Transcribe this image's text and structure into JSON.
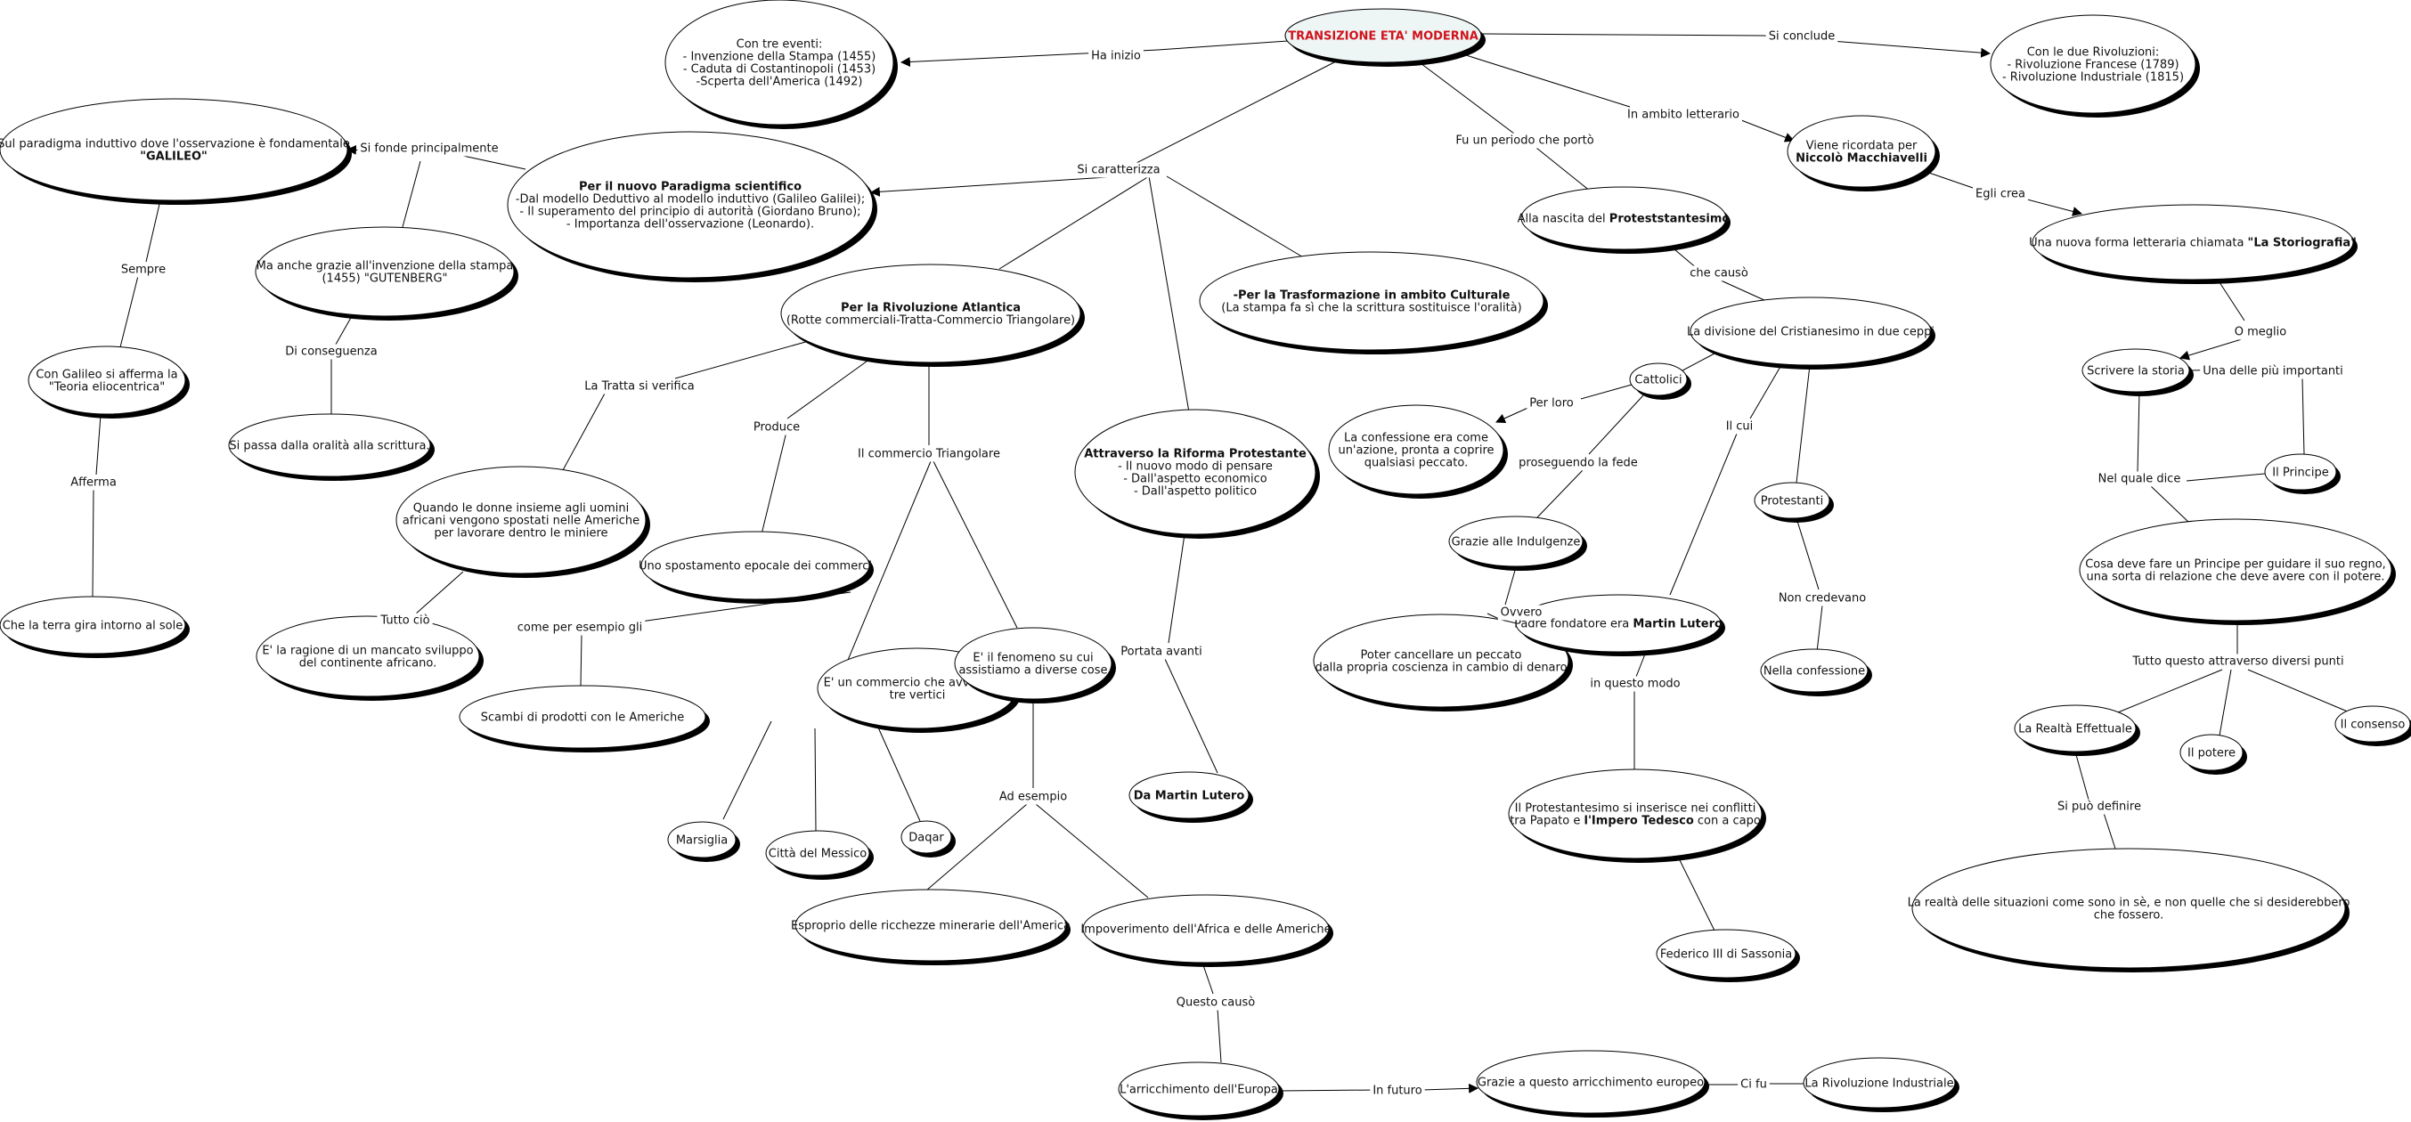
{
  "diagram": {
    "nodes": [
      {
        "id": "title",
        "lines": [
          [
            {
              "t": "TRANSIZIONE ETA' MODERNA",
              "s": "red"
            }
          ]
        ]
      },
      {
        "id": "tre-eventi",
        "lines": [
          [
            {
              "t": "Con tre eventi:"
            }
          ],
          [
            {
              "t": "- Invenzione della Stampa (1455)"
            }
          ],
          [
            {
              "t": "- Caduta di Costantinopoli (1453)"
            }
          ],
          [
            {
              "t": "-Scperta dell'America (1492)"
            }
          ]
        ]
      },
      {
        "id": "due-rivoluzioni",
        "lines": [
          [
            {
              "t": "Con le due Rivoluzioni:"
            }
          ],
          [
            {
              "t": "- Rivoluzione Francese (1789)"
            }
          ],
          [
            {
              "t": "- Rivoluzione Industriale (1815)"
            }
          ]
        ]
      },
      {
        "id": "galileo-paradigma",
        "lines": [
          [
            {
              "t": "Sul paradigma induttivo dove l'osservazione è fondamentale"
            }
          ],
          [
            {
              "t": "\"GALILEO\"",
              "s": "b"
            }
          ]
        ]
      },
      {
        "id": "paradigma-scientifico",
        "lines": [
          [
            {
              "t": "Per il nuovo Paradigma scientifico",
              "s": "b"
            }
          ],
          [
            {
              "t": "-Dal modello Deduttivo al modello induttivo (Galileo Galilei);"
            }
          ],
          [
            {
              "t": "- Il superamento del principio di autorità (Giordano Bruno);"
            }
          ],
          [
            {
              "t": "- Importanza dell'osservazione (Leonardo)."
            }
          ]
        ]
      },
      {
        "id": "gutenberg",
        "lines": [
          [
            {
              "t": "Ma anche grazie all'invenzione della stampa"
            }
          ],
          [
            {
              "t": "(1455) \"GUTENBERG\""
            }
          ]
        ]
      },
      {
        "id": "oralita",
        "lines": [
          [
            {
              "t": "Si passa dalla oralità alla scrittura."
            }
          ]
        ]
      },
      {
        "id": "galileo-eliocentrica",
        "lines": [
          [
            {
              "t": "Con Galileo si afferma la"
            }
          ],
          [
            {
              "t": "\"Teoria eliocentrica\""
            }
          ]
        ]
      },
      {
        "id": "terra-sole",
        "lines": [
          [
            {
              "t": "Che la terra gira intorno al sole"
            }
          ]
        ]
      },
      {
        "id": "rivoluzione-atlantica",
        "lines": [
          [
            {
              "t": "Per la Rivoluzione Atlantica",
              "s": "b"
            }
          ],
          [
            {
              "t": "(Rotte commerciali-Tratta-Commercio Triangolare)"
            }
          ]
        ]
      },
      {
        "id": "trasformazione-culturale",
        "lines": [
          [
            {
              "t": "-",
              "s": "b"
            },
            {
              "t": "Per la Trasformazione in ambito Culturale",
              "s": "b"
            }
          ],
          [
            {
              "t": "(La stampa fa sì che la scrittura sostituisce l'oralità)"
            }
          ]
        ]
      },
      {
        "id": "riforma-protestante",
        "lines": [
          [
            {
              "t": "Attraverso la Riforma Protestante",
              "s": "b"
            }
          ],
          [
            {
              "t": "- Il nuovo modo di pensare"
            }
          ],
          [
            {
              "t": "- Dall'aspetto economico"
            }
          ],
          [
            {
              "t": "- Dall'aspetto politico"
            }
          ]
        ]
      },
      {
        "id": "donne-africani",
        "lines": [
          [
            {
              "t": "Quando le donne insieme agli uomini"
            }
          ],
          [
            {
              "t": "africani vengono spostati nelle Americhe"
            }
          ],
          [
            {
              "t": "per lavorare dentro le miniere"
            }
          ]
        ]
      },
      {
        "id": "spostamento-epocale",
        "lines": [
          [
            {
              "t": "Uno spostamento epocale dei commerci"
            }
          ]
        ]
      },
      {
        "id": "mancato-sviluppo",
        "lines": [
          [
            {
              "t": "E' la ragione di un mancato sviluppo"
            }
          ],
          [
            {
              "t": "del continente africano."
            }
          ]
        ]
      },
      {
        "id": "scambi-prodotti",
        "lines": [
          [
            {
              "t": "Scambi di prodotti con le Americhe"
            }
          ]
        ]
      },
      {
        "id": "commercio-tre-vertici",
        "lines": [
          [
            {
              "t": "E' un commercio che avviene su"
            }
          ],
          [
            {
              "t": "tre vertici"
            }
          ]
        ]
      },
      {
        "id": "fenomeno-cose",
        "lines": [
          [
            {
              "t": "E' il fenomeno su cui"
            }
          ],
          [
            {
              "t": "assistiamo a diverse cose"
            }
          ]
        ]
      },
      {
        "id": "marsiglia",
        "lines": [
          [
            {
              "t": "Marsiglia"
            }
          ]
        ]
      },
      {
        "id": "citta-messico",
        "lines": [
          [
            {
              "t": "Città del Messico"
            }
          ]
        ]
      },
      {
        "id": "daqar",
        "lines": [
          [
            {
              "t": "Daqar"
            }
          ]
        ]
      },
      {
        "id": "esproprio",
        "lines": [
          [
            {
              "t": "Esproprio delle ricchezze minerarie dell'America"
            }
          ]
        ]
      },
      {
        "id": "impoverimento",
        "lines": [
          [
            {
              "t": "Impoverimento dell'Africa e delle Americhe"
            }
          ]
        ]
      },
      {
        "id": "arricchimento",
        "lines": [
          [
            {
              "t": "L'arricchimento dell'Europa"
            }
          ]
        ]
      },
      {
        "id": "grazie-arricchimento",
        "lines": [
          [
            {
              "t": "Grazie a questo arricchimento europeo"
            }
          ]
        ]
      },
      {
        "id": "rivoluzione-industriale",
        "lines": [
          [
            {
              "t": "La Rivoluzione Industriale"
            }
          ]
        ]
      },
      {
        "id": "martin-lutero-1",
        "lines": [
          [
            {
              "t": "Da Martin Lutero",
              "s": "b"
            }
          ]
        ]
      },
      {
        "id": "protestantesimo-nascita",
        "lines": [
          [
            {
              "t": "Alla nascita del "
            },
            {
              "t": "Proteststantesimo",
              "s": "b"
            }
          ]
        ]
      },
      {
        "id": "divisione-cristianesimo",
        "lines": [
          [
            {
              "t": "La divisione del Cristianesimo in due ceppi"
            }
          ]
        ]
      },
      {
        "id": "cattolici",
        "lines": [
          [
            {
              "t": "Cattolici"
            }
          ]
        ]
      },
      {
        "id": "confessione",
        "lines": [
          [
            {
              "t": "La confessione era come"
            }
          ],
          [
            {
              "t": "un'azione, pronta a coprire"
            }
          ],
          [
            {
              "t": "qualsiasi peccato."
            }
          ]
        ]
      },
      {
        "id": "indulgenze",
        "lines": [
          [
            {
              "t": "Grazie alle Indulgenze"
            }
          ]
        ]
      },
      {
        "id": "cancellare-peccato",
        "lines": [
          [
            {
              "t": "Poter cancellare un peccato"
            }
          ],
          [
            {
              "t": "dalla propria coscienza in cambio di denaro"
            }
          ]
        ]
      },
      {
        "id": "padre-fondatore",
        "lines": [
          [
            {
              "t": "Padre fondatore era "
            },
            {
              "t": "Martin Lutero",
              "s": "b"
            }
          ]
        ]
      },
      {
        "id": "conflitti-papato",
        "lines": [
          [
            {
              "t": "Il Protestantesimo si inserisce nei conflitti"
            }
          ],
          [
            {
              "t": "tra Papato e "
            },
            {
              "t": "l'Impero Tedesco",
              "s": "b"
            },
            {
              "t": " con a capo"
            }
          ]
        ]
      },
      {
        "id": "federico",
        "lines": [
          [
            {
              "t": "Federico III di Sassonia"
            }
          ]
        ]
      },
      {
        "id": "protestanti",
        "lines": [
          [
            {
              "t": "Protestanti"
            }
          ]
        ]
      },
      {
        "id": "nella-confessione",
        "lines": [
          [
            {
              "t": "Nella confessione"
            }
          ]
        ]
      },
      {
        "id": "machiavelli",
        "lines": [
          [
            {
              "t": "Viene ricordata per"
            }
          ],
          [
            {
              "t": "Niccolò Macchiavelli",
              "s": "b"
            }
          ]
        ]
      },
      {
        "id": "storiografia",
        "lines": [
          [
            {
              "t": "Una nuova forma letteraria chiamata "
            },
            {
              "t": "\"La Storiografia\"",
              "s": "b"
            }
          ]
        ]
      },
      {
        "id": "scrivere-storia",
        "lines": [
          [
            {
              "t": "Scrivere la storia"
            }
          ]
        ]
      },
      {
        "id": "il-principe",
        "lines": [
          [
            {
              "t": "Il Principe"
            }
          ]
        ]
      },
      {
        "id": "cosa-deve-fare",
        "lines": [
          [
            {
              "t": "Cosa deve fare un Principe per guidare il suo regno,"
            }
          ],
          [
            {
              "t": "una sorta di relazione che deve avere con il potere."
            }
          ]
        ]
      },
      {
        "id": "realta-effettuale",
        "lines": [
          [
            {
              "t": "La Realtà Effettuale"
            }
          ]
        ]
      },
      {
        "id": "il-potere",
        "lines": [
          [
            {
              "t": "Il potere"
            }
          ]
        ]
      },
      {
        "id": "il-consenso",
        "lines": [
          [
            {
              "t": "Il consenso"
            }
          ]
        ]
      },
      {
        "id": "realta-situazioni",
        "lines": [
          [
            {
              "t": "La realtà delle situazioni come sono in sè, e non quelle che si desiderebbero"
            }
          ],
          [
            {
              "t": "che fossero."
            }
          ]
        ]
      }
    ],
    "labels": [
      {
        "id": "ha-inizio",
        "text": "Ha inizio"
      },
      {
        "id": "si-conclude",
        "text": "Si conclude"
      },
      {
        "id": "si-caratterizza",
        "text": "Si caratterizza"
      },
      {
        "id": "fu-un-periodo",
        "text": "Fu un periodo che portò"
      },
      {
        "id": "in-ambito-letterario",
        "text": "In ambito letterario"
      },
      {
        "id": "si-fonde",
        "text": "Si fonde principalmente"
      },
      {
        "id": "sempre",
        "text": "Sempre"
      },
      {
        "id": "afferma",
        "text": "Afferma"
      },
      {
        "id": "di-conseguenza",
        "text": "Di conseguenza"
      },
      {
        "id": "la-tratta",
        "text": "La Tratta si verifica"
      },
      {
        "id": "produce",
        "text": "Produce"
      },
      {
        "id": "commercio-triangolare",
        "text": "Il commercio Triangolare"
      },
      {
        "id": "tutto-cio",
        "text": "Tutto ciò"
      },
      {
        "id": "come-per-esempio",
        "text": "come per esempio gli"
      },
      {
        "id": "ad-esempio",
        "text": "Ad esempio"
      },
      {
        "id": "questo-causo",
        "text": "Questo causò"
      },
      {
        "id": "in-futuro",
        "text": "In futuro"
      },
      {
        "id": "ci-fu",
        "text": "Ci fu"
      },
      {
        "id": "portata-avanti",
        "text": "Portata avanti"
      },
      {
        "id": "che-causo",
        "text": "che causò"
      },
      {
        "id": "per-loro",
        "text": "Per loro"
      },
      {
        "id": "proseguendo",
        "text": "proseguendo la fede"
      },
      {
        "id": "ovvero",
        "text": "Ovvero"
      },
      {
        "id": "il-cui",
        "text": "Il cui"
      },
      {
        "id": "in-questo-modo",
        "text": "in questo modo"
      },
      {
        "id": "non-credevano",
        "text": "Non credevano"
      },
      {
        "id": "egli-crea",
        "text": "Egli crea"
      },
      {
        "id": "o-meglio",
        "text": "O meglio"
      },
      {
        "id": "una-delle-piu",
        "text": "Una delle più importanti"
      },
      {
        "id": "nel-quale-dice",
        "text": "Nel quale dice"
      },
      {
        "id": "tutto-questo",
        "text": "Tutto questo attraverso diversi punti"
      },
      {
        "id": "si-puo-definire",
        "text": "Si può definire"
      }
    ]
  },
  "colors": {
    "title_text": "#d0121b",
    "title_fill": "#eef5f5",
    "node_fill": "#ffffff",
    "stroke": "#000000"
  }
}
